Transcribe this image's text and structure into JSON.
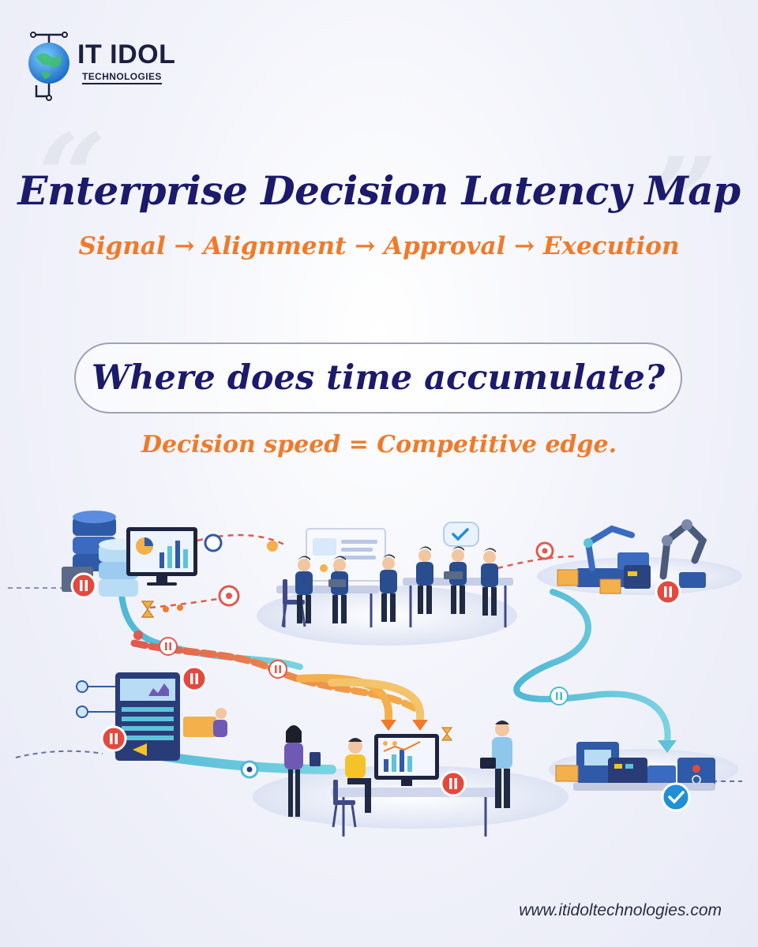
{
  "brand": {
    "name": "IT IDOL",
    "tagline": "TECHNOLOGIES",
    "icon": "globe-tech-icon"
  },
  "header": {
    "title": "Enterprise Decision Latency Map",
    "flow": "Signal → Alignment → Approval → Execution"
  },
  "question": {
    "text": "Where does time accumulate?"
  },
  "tagline": {
    "text": "Decision speed = Competitive edge."
  },
  "illustration": {
    "stage_icons": [
      "database-icon",
      "dashboard-monitor-icon",
      "team-meeting-icon",
      "robot-arm-icon",
      "server-panel-icon",
      "analytics-meeting-icon",
      "factory-machine-icon"
    ],
    "status_icons": [
      "pause-icon",
      "hourglass-icon",
      "checkmark-icon"
    ]
  },
  "colors": {
    "navy": "#1b1a6b",
    "orange": "#f07a2a",
    "teal_path": "#5cc3d8",
    "red_path": "#e05a4f",
    "pause_red": "#e5483d",
    "check_blue": "#1f8fd8"
  },
  "footer": {
    "url": "www.itidoltechnologies.com"
  }
}
